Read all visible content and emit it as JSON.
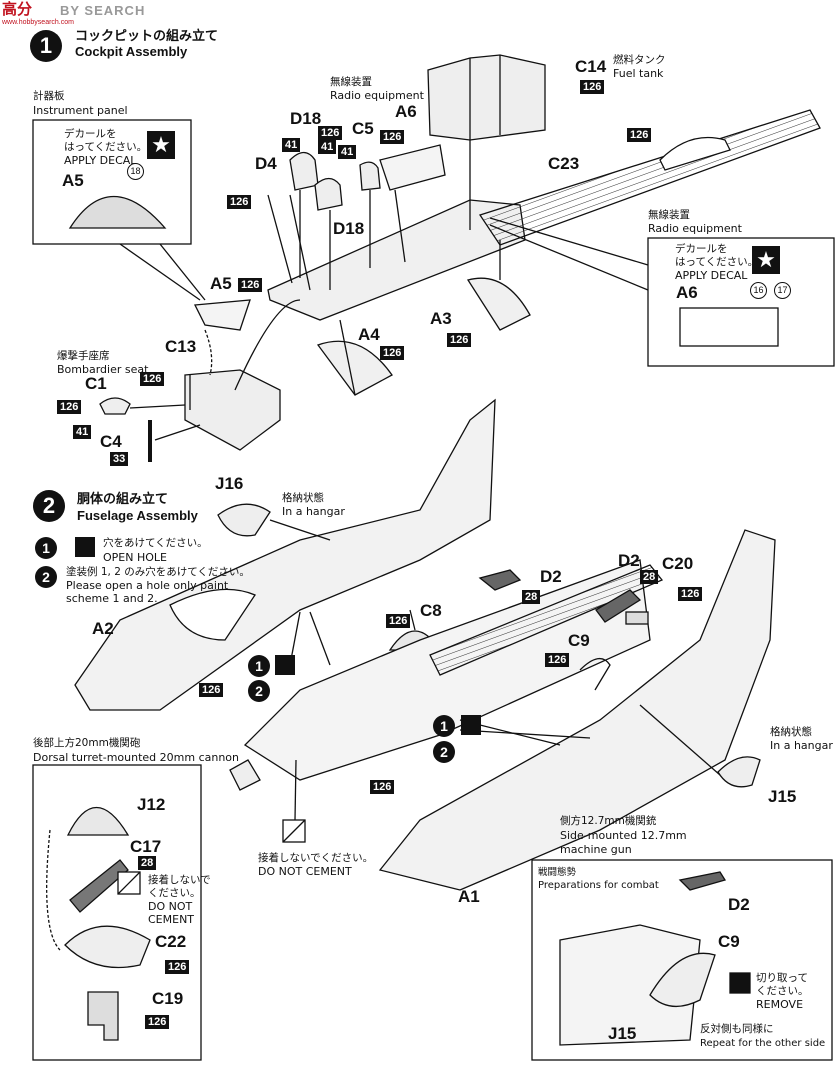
{
  "watermark": {
    "brand": "高分",
    "search": "BY SEARCH",
    "url": "www.hobbysearch.com"
  },
  "step1": {
    "number": "1",
    "title_jp": "コックピットの組み立て",
    "title_en": "Cockpit Assembly"
  },
  "step2": {
    "number": "2",
    "title_jp": "胴体の組み立て",
    "title_en": "Fuselage Assembly"
  },
  "instrument_panel": {
    "jp": "計器板",
    "en": "Instrument panel",
    "decal_jp1": "デカールを",
    "decal_jp2": "はってください。",
    "decal_en": "APPLY DECAL",
    "part": "A5",
    "decal_no": "18"
  },
  "radio_left": {
    "jp": "無線装置",
    "en": "Radio equipment"
  },
  "radio_right": {
    "jp": "無線装置",
    "en": "Radio equipment",
    "decal_jp1": "デカールを",
    "decal_jp2": "はってください。",
    "decal_en": "APPLY DECAL",
    "part": "A6",
    "decal_a": "16",
    "decal_b": "17"
  },
  "fuel_tank": {
    "jp": "燃料タンク",
    "en": "Fuel tank"
  },
  "bombardier": {
    "jp": "爆撃手座席",
    "en": "Bombardier seat"
  },
  "hangar_left": {
    "jp": "格納状態",
    "en": "In a hangar"
  },
  "hangar_right": {
    "jp": "格納状態",
    "en": "In a hangar"
  },
  "open_hole": {
    "n1": "1",
    "n2": "2",
    "jp1": "穴をあけてください。",
    "en1": "OPEN HOLE",
    "jp2": "塗装例 1, 2 のみ穴をあけてください。",
    "en2a": "Please open a hole only paint",
    "en2b": "scheme 1 and 2."
  },
  "dorsal": {
    "jp": "後部上方20mm機関砲",
    "en": "Dorsal turret-mounted 20mm cannon"
  },
  "no_cement_1": {
    "jp": "接着しないでください。",
    "en": "DO NOT CEMENT"
  },
  "no_cement_2": {
    "jp1": "接着しないで",
    "jp2": "ください。",
    "en1": "DO NOT",
    "en2": "CEMENT"
  },
  "side_gun": {
    "jp": "側方12.7mm機関銃",
    "en1": "Side-mounted 12.7mm",
    "en2": "machine gun",
    "combat_jp": "戦闘態勢",
    "combat_en": "Preparations for combat"
  },
  "remove": {
    "jp1": "切り取って",
    "jp2": "ください。",
    "en": "REMOVE"
  },
  "other_side": {
    "jp": "反対側も同様に",
    "en": "Repeat for the other side"
  },
  "parts": {
    "C14": "C14",
    "A6": "A6",
    "D18a": "D18",
    "C5": "C5",
    "D4": "D4",
    "D18b": "D18",
    "C23": "C23",
    "A5": "A5",
    "A4": "A4",
    "A3": "A3",
    "C13": "C13",
    "C1": "C1",
    "C4": "C4",
    "J16": "J16",
    "D2a": "D2",
    "C8": "C8",
    "D2b": "D2",
    "C20": "C20",
    "C9a": "C9",
    "A2": "A2",
    "J12": "J12",
    "C17": "C17",
    "C22": "C22",
    "C19": "C19",
    "A1": "A1",
    "J15a": "J15",
    "D2c": "D2",
    "C9b": "C9",
    "J15b": "J15"
  },
  "colors": {
    "n126": "126",
    "n41": "41",
    "n33": "33",
    "n28": "28"
  }
}
